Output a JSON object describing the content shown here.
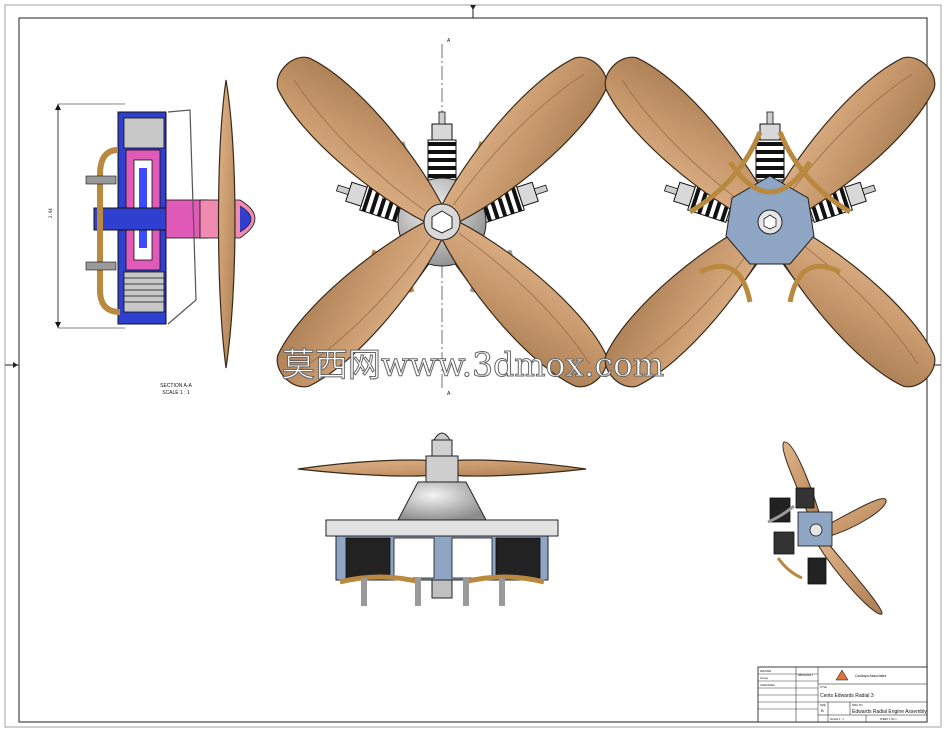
{
  "views": {
    "section_label": "SECTION A-A",
    "section_scale": "SCALE 1 : 1",
    "dimension_value": "2.94",
    "section_marker": "A"
  },
  "watermark": "莫西网www.3dmox.com",
  "title_block": {
    "company": "Cavitaya Associates",
    "drawn_label": "DRAWN",
    "checked_label": "CHECKED",
    "drawn_by": "Camp",
    "date": "08/04/2017",
    "title_label": "TITLE",
    "title": "Cents Edwards Radial 3",
    "size_label": "SIZE",
    "size_value": "B",
    "dwg_label": "DWG NO",
    "dwg_title": "Edwards Radial Engine Assembly",
    "scale_label": "SCALE 1 : 1",
    "sheet_label": "SHEET 1 OF 1"
  },
  "colors": {
    "wood": "#c99a6e",
    "metal": "#b9b9b9",
    "section_blue": "#2f3fd0",
    "section_pink": "#e05ab8",
    "crankcase_blue": "#8fa5c4",
    "pipe": "#b8893e"
  }
}
